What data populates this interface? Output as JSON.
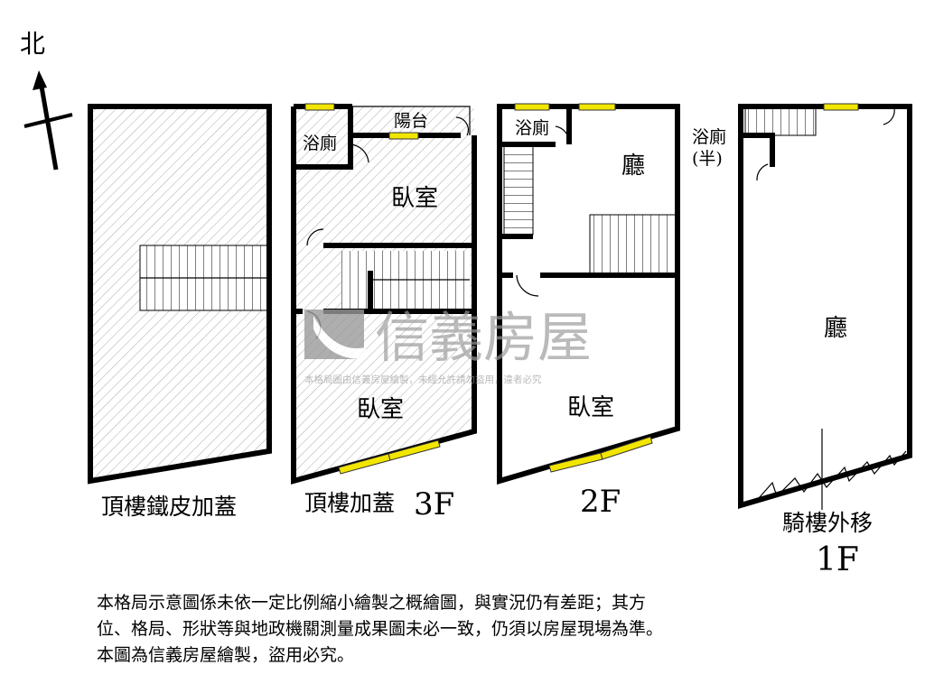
{
  "compass": {
    "north_label": "北"
  },
  "rooftop_iron": {
    "title": "頂樓鐵皮加蓋"
  },
  "floor3": {
    "title": "頂樓加蓋",
    "floor": "3F",
    "rooms": {
      "bath": "浴廁",
      "balcony": "陽台",
      "bedroom_upper": "臥室",
      "bedroom_lower": "臥室"
    }
  },
  "floor2": {
    "title": "2F",
    "rooms": {
      "bath": "浴廁",
      "hall": "廳",
      "bedroom": "臥室"
    }
  },
  "floor1": {
    "title": "1F",
    "arcade_note": "騎樓外移",
    "rooms": {
      "bath": "浴廁",
      "bath_half": "(半)",
      "hall": "廳"
    }
  },
  "watermark": {
    "brand": "信義房屋",
    "notice": "本格局圖由信義房屋繪製，未經允許請勿盜用，違者必究"
  },
  "disclaimer": {
    "lines": [
      "本格局示意圖係未依一定比例縮小繪製之概繪圖，與實況仍有差距；其方",
      "位、格局、形狀等與地政機關測量成果圖未必一致，仍須以房屋現場為準。",
      "本圖為信義房屋繪製，盜用必究。"
    ]
  },
  "colors": {
    "window": "#f2e600",
    "wall": "#000000",
    "watermark": "#9a9a9a"
  }
}
